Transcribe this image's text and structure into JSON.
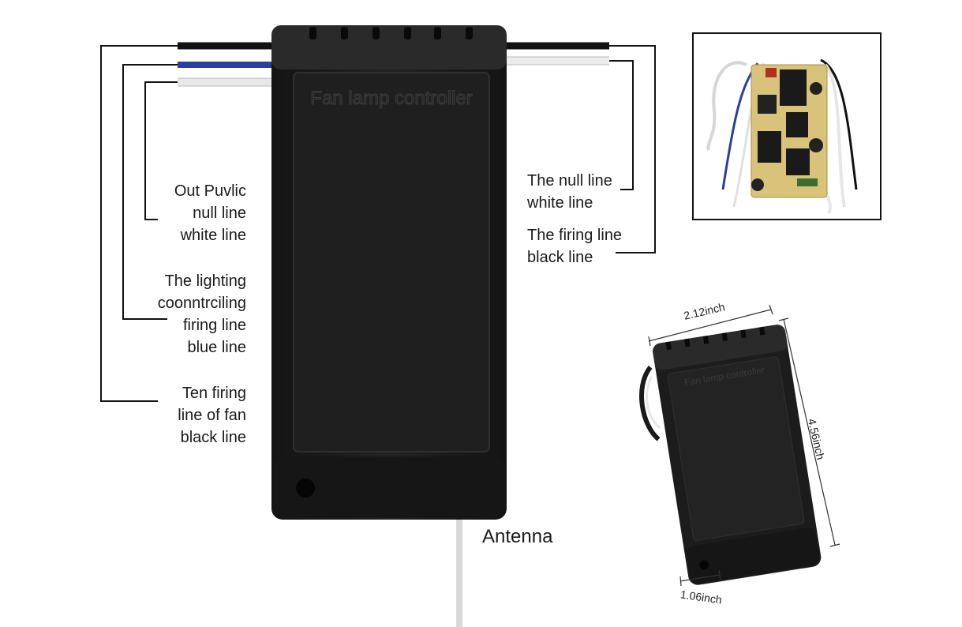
{
  "device_label": "Fan lamp controller",
  "left_labels": {
    "white": [
      "Out Puvlic",
      "null line",
      "white line"
    ],
    "blue": [
      "The lighting",
      "coonntrciling",
      "firing line",
      "blue line"
    ],
    "black": [
      "Ten firing",
      "line of fan",
      "black line"
    ]
  },
  "right_labels": {
    "null": [
      "The null line",
      "white line"
    ],
    "firing": [
      "The firing line",
      "black line"
    ]
  },
  "antenna_label": "Antenna",
  "dimensions": {
    "width": "2.12inch",
    "height": "4.56inch",
    "depth": "1.06inch"
  },
  "colors": {
    "device_body": "#1c1c1c",
    "wire_black": "#111111",
    "wire_blue": "#2b3f9c",
    "wire_white": "#f2f2f2",
    "leader_line": "#111111",
    "pcb": "#d9c27a"
  }
}
